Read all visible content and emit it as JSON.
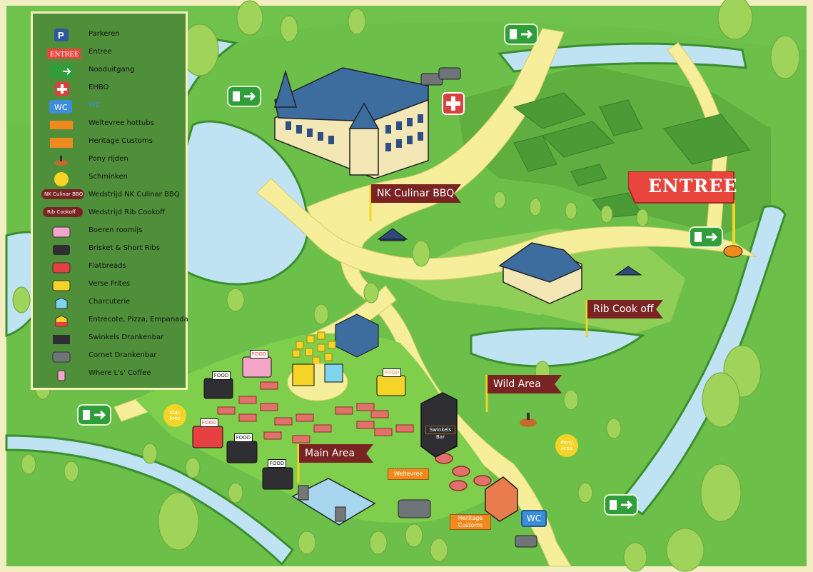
{
  "legend": {
    "items": [
      {
        "label": "Parkeren",
        "icon": "parking-icon"
      },
      {
        "label": "Entree",
        "icon": "entree-flag-icon"
      },
      {
        "label": "Nooduitgang",
        "icon": "emergency-exit-icon"
      },
      {
        "label": "EHBO",
        "icon": "first-aid-icon"
      },
      {
        "label": "WC",
        "icon": "wc-icon"
      },
      {
        "label": "Weltevree hottubs",
        "icon": "weltevree-sign-icon"
      },
      {
        "label": "Heritage Customs",
        "icon": "heritage-sign-icon"
      },
      {
        "label": "Pony rijden",
        "icon": "pony-icon"
      },
      {
        "label": "Schminken",
        "icon": "face-paint-icon"
      },
      {
        "label": "Wedstrijd NK Culinar BBQ",
        "icon": "nk-culinar-badge-icon",
        "badge": "NK Culinar BBQ"
      },
      {
        "label": "Wedstrijd Rib Cookoff",
        "icon": "rib-cookoff-badge-icon",
        "badge": "Rib Cookoff"
      },
      {
        "label": "Boeren roomijs",
        "icon": "pink-truck-icon"
      },
      {
        "label": "Brisket & Short Ribs",
        "icon": "black-truck-icon"
      },
      {
        "label": "Flatbreads",
        "icon": "red-truck-icon"
      },
      {
        "label": "Verse Frites",
        "icon": "yellow-truck-icon"
      },
      {
        "label": "Charcuterie",
        "icon": "blue-stall-icon"
      },
      {
        "label": "Entrecote, Pizza, Empanada",
        "icon": "yellow-stall-icon"
      },
      {
        "label": "Swinkels Drankenbar",
        "icon": "bar-icon"
      },
      {
        "label": "Cornet Drankenbar",
        "icon": "gray-truck-icon"
      },
      {
        "label": "Where L's' Coffee",
        "icon": "coffee-icon"
      }
    ]
  },
  "flags": {
    "entree": "ENTREE",
    "nk_culinar": "NK Culinar BBQ",
    "rib_cook_off": "Rib Cook off",
    "wild_area": "Wild Area",
    "main_area": "Main Area"
  },
  "signs": {
    "weltevree": "Weltevree",
    "heritage": "Heritage Customs",
    "wc": "WC",
    "kids_area": "Kids Area",
    "pony_area": "Pony Area",
    "food": "FOOD",
    "swinkels_bar": "Swinkels Bar"
  },
  "colors": {
    "grass": "#6cc04a",
    "dark_grass": "#4f8f3a",
    "path": "#f6ee9a",
    "water": "#bfe3f2",
    "flag_red": "#e8453c",
    "flag_dark": "#7a2323",
    "roof_blue": "#3d6c9e"
  }
}
